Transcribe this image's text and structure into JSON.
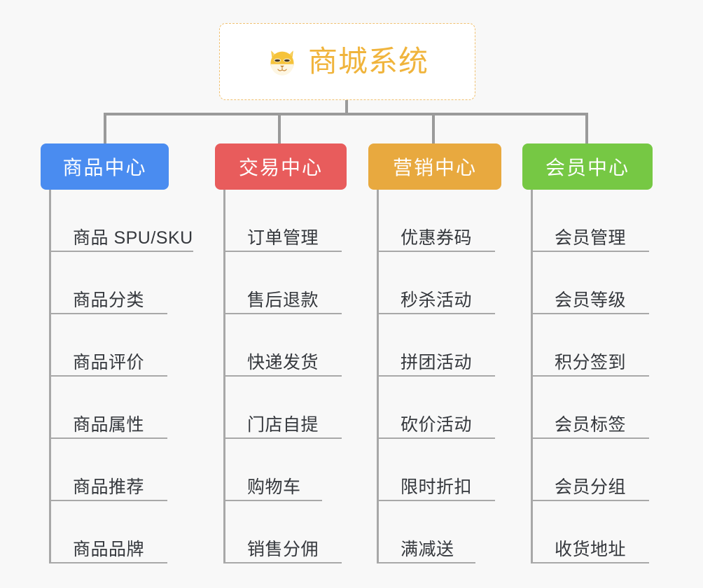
{
  "root": {
    "title": "商城系统",
    "icon": "shiba-dog-face-icon",
    "border_color": "#f0c070",
    "text_color": "#f0b43c",
    "background": "#ffffff"
  },
  "canvas": {
    "background": "#f8f8f8",
    "connector_color": "#9a9a9a",
    "leaf_line_color": "#a8a8a8"
  },
  "columns": [
    {
      "key": "product-center",
      "header": "商品中心",
      "color": "#4a8cf0",
      "items": [
        {
          "label": "商品 SPU/SKU",
          "len": 8
        },
        {
          "label": "商品分类",
          "len": 4
        },
        {
          "label": "商品评价",
          "len": 4
        },
        {
          "label": "商品属性",
          "len": 4
        },
        {
          "label": "商品推荐",
          "len": 4
        },
        {
          "label": "商品品牌",
          "len": 4
        }
      ]
    },
    {
      "key": "trade-center",
      "header": "交易中心",
      "color": "#e85c5c",
      "items": [
        {
          "label": "订单管理",
          "len": 4
        },
        {
          "label": "售后退款",
          "len": 4
        },
        {
          "label": "快递发货",
          "len": 4
        },
        {
          "label": "门店自提",
          "len": 4
        },
        {
          "label": "购物车",
          "len": 3
        },
        {
          "label": "销售分佣",
          "len": 4
        }
      ]
    },
    {
      "key": "marketing-center",
      "header": "营销中心",
      "color": "#e8a93f",
      "items": [
        {
          "label": "优惠券码",
          "len": 4
        },
        {
          "label": "秒杀活动",
          "len": 4
        },
        {
          "label": "拼团活动",
          "len": 4
        },
        {
          "label": "砍价活动",
          "len": 4
        },
        {
          "label": "限时折扣",
          "len": 4
        },
        {
          "label": "满减送",
          "len": 3
        }
      ]
    },
    {
      "key": "member-center",
      "header": "会员中心",
      "color": "#76c844",
      "items": [
        {
          "label": "会员管理",
          "len": 4
        },
        {
          "label": "会员等级",
          "len": 4
        },
        {
          "label": "积分签到",
          "len": 4
        },
        {
          "label": "会员标签",
          "len": 4
        },
        {
          "label": "会员分组",
          "len": 4
        },
        {
          "label": "收货地址",
          "len": 4
        }
      ]
    }
  ]
}
